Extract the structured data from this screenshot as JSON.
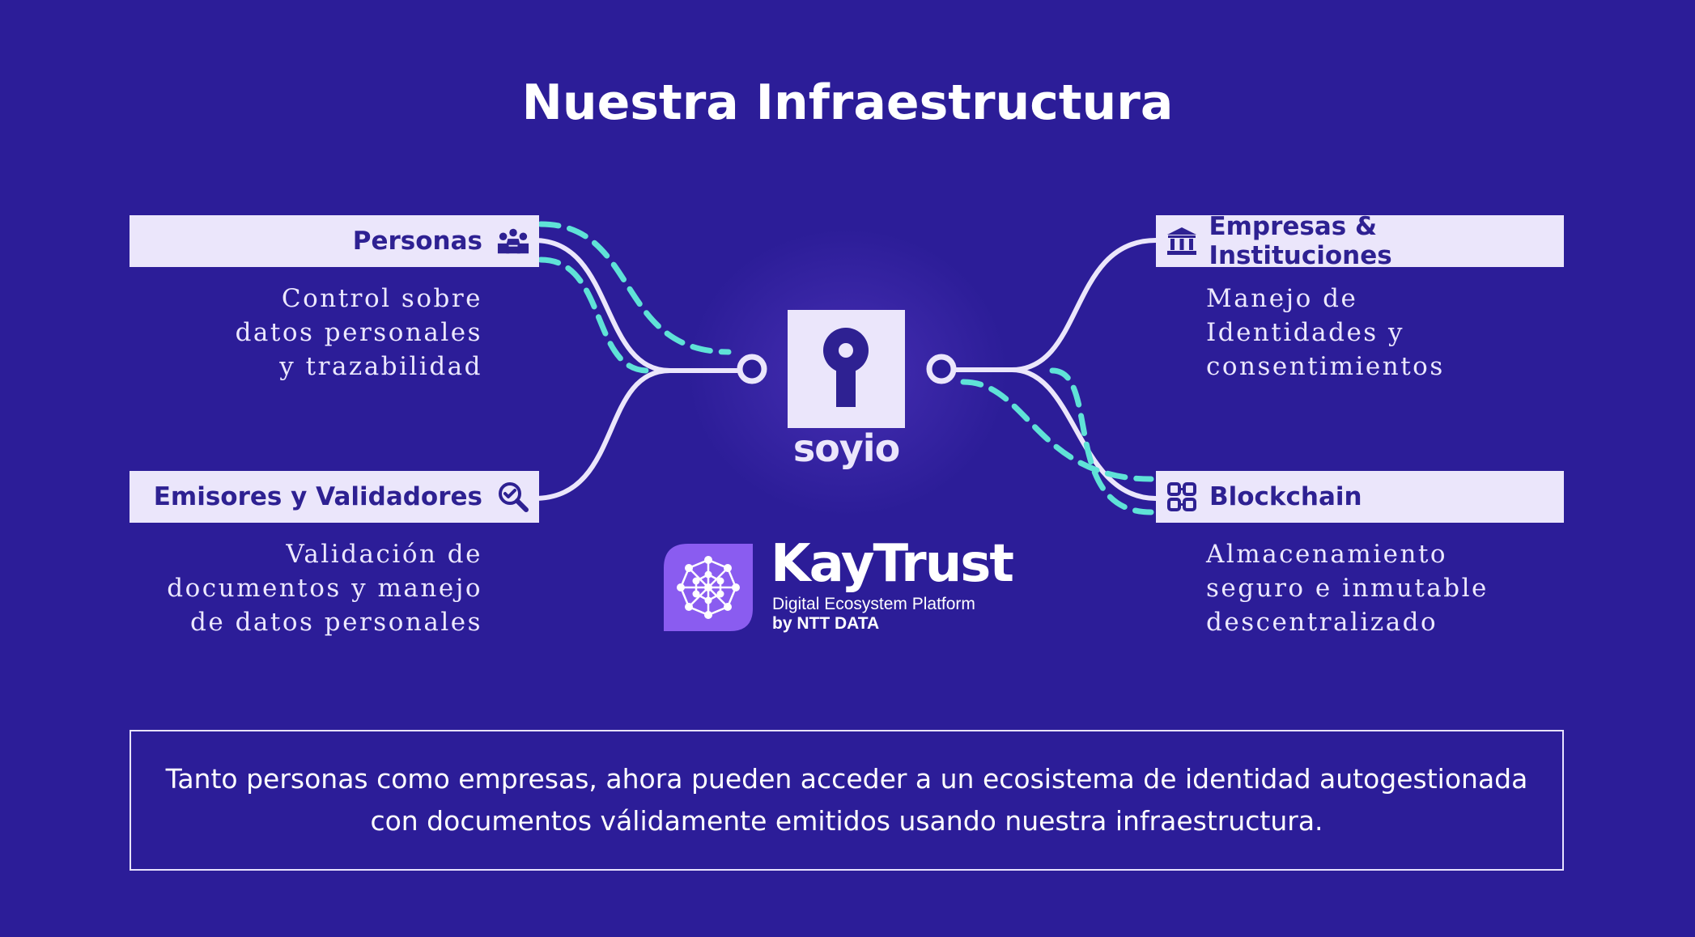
{
  "title": "Nuestra Infraestructura",
  "colors": {
    "background": "#2c1d98",
    "box": "#ebe6fb",
    "box_text": "#2e2192",
    "wire": "#ebe6fb",
    "dashed": "#5fe2d7",
    "kaytrust_icon": "#8a5cf0"
  },
  "nodes": [
    {
      "id": "personas",
      "label": "Personas",
      "icon": "people-icon",
      "description": "Control sobre\ndatos personales\ny trazabilidad"
    },
    {
      "id": "emisores",
      "label": "Emisores y Validadores",
      "icon": "search-check-icon",
      "description": "Validación de\ndocumentos y manejo\nde datos personales"
    },
    {
      "id": "empresas",
      "label": "Empresas & Instituciones",
      "icon": "institution-icon",
      "description": "Manejo de\nIdentidades y\nconsentimientos"
    },
    {
      "id": "blockchain",
      "label": "Blockchain",
      "icon": "blocks-icon",
      "description": "Almacenamiento\nseguro e inmutable\ndescentralizado"
    }
  ],
  "center": {
    "brand": "soyio",
    "icon": "keyhole-icon"
  },
  "partner": {
    "name": "KayTrust",
    "tagline": "Digital Ecosystem Platform",
    "byline": "by NTT DATA",
    "icon": "network-icon"
  },
  "footer": "Tanto personas como empresas, ahora pueden acceder a un ecosistema de identidad autogestionada con documentos válidamente emitidos usando nuestra infraestructura."
}
